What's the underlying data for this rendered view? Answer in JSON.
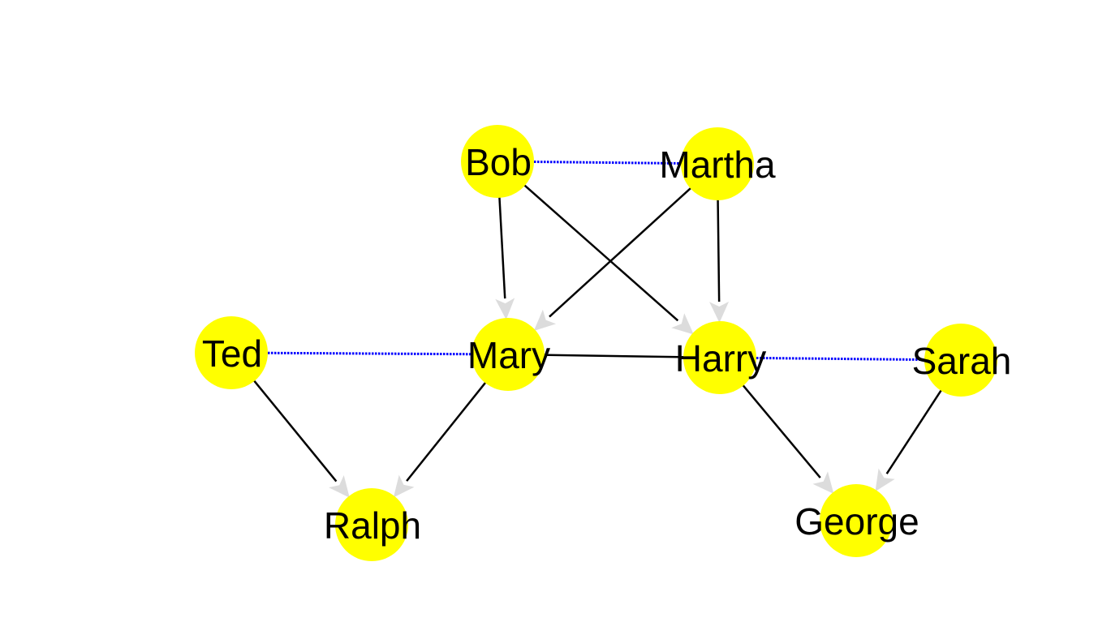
{
  "colors": {
    "node_fill": "#ffff00",
    "edge_color": "#000000",
    "arrowhead_color": "#dcdcdc",
    "link_color": "#0000ff",
    "label_color": "#000000"
  },
  "nodes": [
    {
      "id": "bob",
      "label": "Bob"
    },
    {
      "id": "martha",
      "label": "Martha"
    },
    {
      "id": "ted",
      "label": "Ted"
    },
    {
      "id": "mary",
      "label": "Mary"
    },
    {
      "id": "harry",
      "label": "Harry"
    },
    {
      "id": "sarah",
      "label": "Sarah"
    },
    {
      "id": "ralph",
      "label": "Ralph"
    },
    {
      "id": "george",
      "label": "George"
    }
  ],
  "edges": [
    {
      "source": "bob",
      "target": "mary",
      "style": "directed"
    },
    {
      "source": "bob",
      "target": "harry",
      "style": "directed"
    },
    {
      "source": "martha",
      "target": "mary",
      "style": "directed"
    },
    {
      "source": "martha",
      "target": "harry",
      "style": "directed"
    },
    {
      "source": "mary",
      "target": "ralph",
      "style": "directed"
    },
    {
      "source": "ted",
      "target": "ralph",
      "style": "directed"
    },
    {
      "source": "harry",
      "target": "george",
      "style": "directed"
    },
    {
      "source": "sarah",
      "target": "george",
      "style": "directed"
    },
    {
      "source": "mary",
      "target": "harry",
      "style": "plain"
    },
    {
      "source": "bob",
      "target": "martha",
      "style": "dotted"
    },
    {
      "source": "ted",
      "target": "mary",
      "style": "dotted"
    },
    {
      "source": "harry",
      "target": "sarah",
      "style": "dotted"
    }
  ]
}
